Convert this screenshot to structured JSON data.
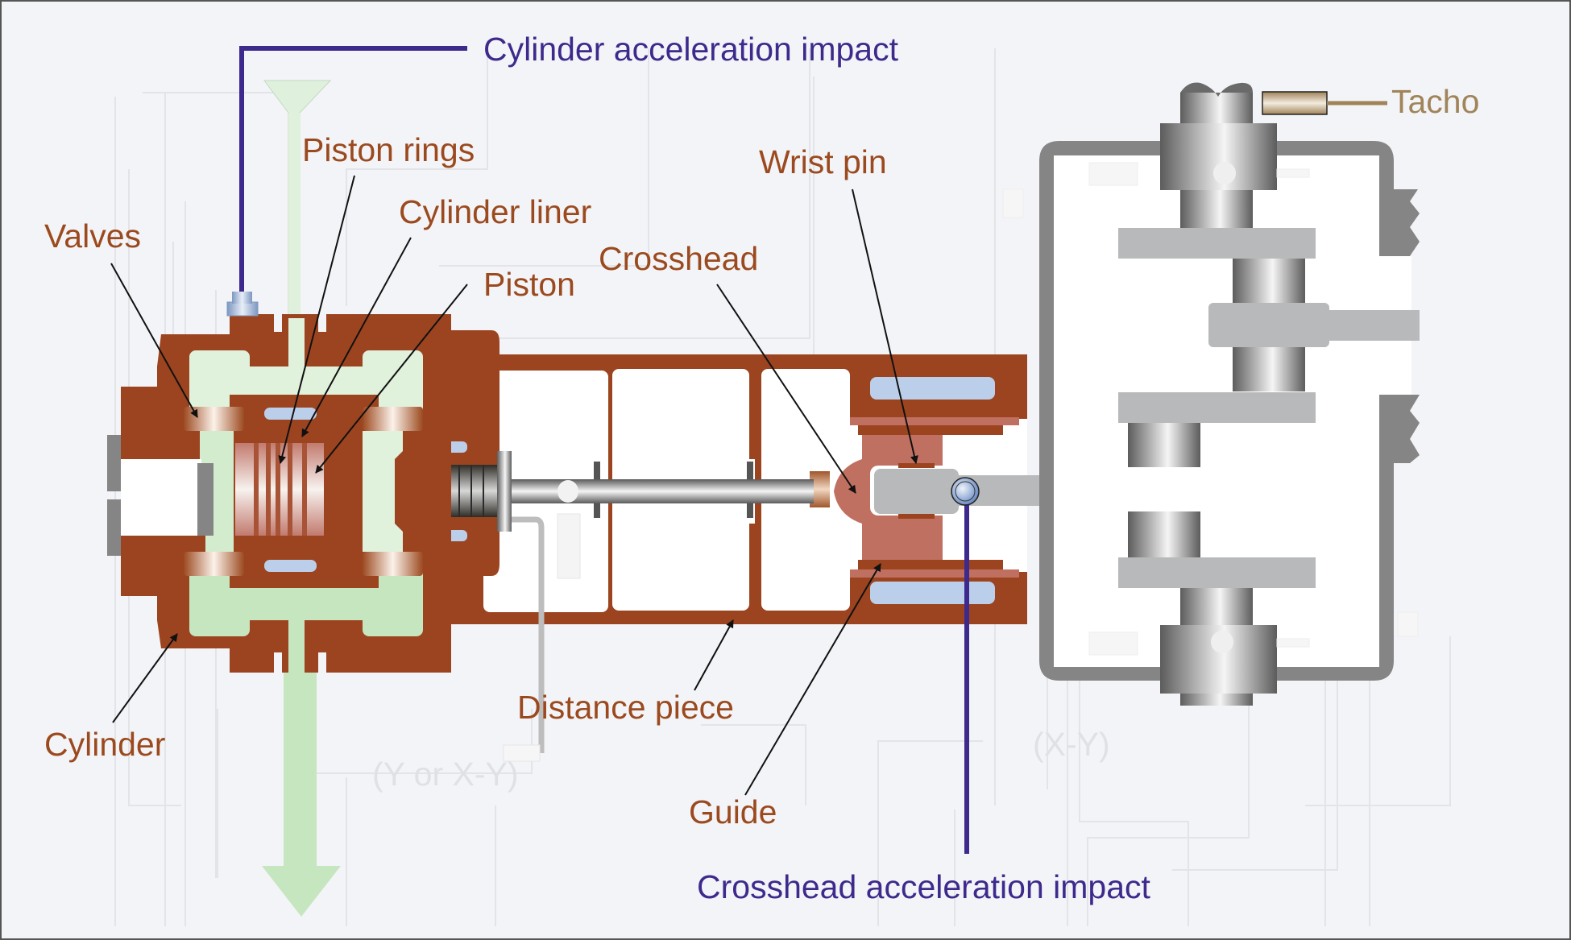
{
  "diagram": {
    "title": "Reciprocating compressor cross-section with monitoring points",
    "part_labels": {
      "valves": "Valves",
      "piston_rings": "Piston rings",
      "cylinder_liner": "Cylinder liner",
      "piston": "Piston",
      "crosshead": "Crosshead",
      "wrist_pin": "Wrist pin",
      "cylinder": "Cylinder",
      "distance_piece": "Distance piece",
      "guide": "Guide"
    },
    "sensor_labels": {
      "cylinder_accel": "Cylinder acceleration impact",
      "crosshead_accel": "Crosshead acceleration impact",
      "tacho": "Tacho"
    },
    "ghost_labels": {
      "rod_drop": "(Y or X-Y)",
      "crank_xy": "(X-Y)"
    },
    "colors": {
      "casing": "#9c4420",
      "crosshead_body": "#c07060",
      "coolant": "#c6e6c0",
      "sensor_line": "#3d2a8c",
      "part_label": "#9b4a1f",
      "tacho": "#a0845a",
      "crankcase": "#858585",
      "crank_web": "#b8b9ba",
      "background": "#f3f4f7"
    }
  }
}
